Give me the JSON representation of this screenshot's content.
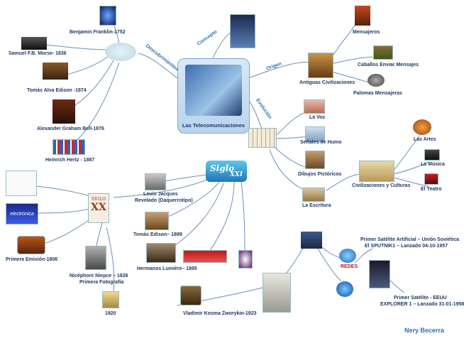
{
  "center": {
    "title": "Las Telecomunicaciones"
  },
  "branches": {
    "concepto": "Concepto",
    "descubrimientos": "Descubrimientos",
    "origen": "Origen",
    "evolucion": "Evolución"
  },
  "siglo_logo": {
    "main": "Siglo",
    "sub": "XXI"
  },
  "siglo_xx_book": {
    "top": "SIGLO",
    "main": "XX"
  },
  "electronica_label": "electrónica",
  "redes_label": "REDES",
  "discoveries": {
    "franklin": "Benjamin Franklin-1752",
    "morse": "Samuel F.B. Morse- 1836",
    "edison": "Tomás Alva Edison -1874",
    "bell": "Alexander Graham Bell-1876",
    "hertz": "Heinrich Hertz - 1887"
  },
  "origin": {
    "mensajeros": "Mensajeros",
    "caballos": "Caballos Enviar Mensajes",
    "antiguas": "Antiguas Civilizaciones",
    "palomas": "Palomas Mensajeras"
  },
  "evolution": {
    "voz": "La Voz",
    "humo": "Señales de Humo",
    "dibujos": "Dibujos Pictóricos",
    "escritura": "La Escritura",
    "civilizaciones": "Civilizaciones y Culturas",
    "artes": "Las  Artes",
    "musica": "La Música",
    "teatro": "El Teatro"
  },
  "siglo20": {
    "daguerre": [
      "Louis Jacques",
      "Revelado (Daquerrotipo)"
    ],
    "edison1889": "Tomás Edison– 1889",
    "lumiere": "Hermanos Lumière– 1895",
    "niepce": [
      "Nicéphore Niepce – 1826",
      "Primera Fotografía"
    ],
    "emision": "Primera Emisión-1806",
    "year1920": "1920",
    "zworykin": "Vladimir Kosma Zworykin-1923"
  },
  "satellites": {
    "sputnik": [
      "Primer Satélite Artificial – Unión Soviética",
      "El  SPUTNIK1 – Lanzado 04-10-1957"
    ],
    "explorer": [
      "Primer Satélite - EEUU",
      "EXPLORER 1 – Lanzado 31-01-1958"
    ]
  },
  "author": "Nery Becerra"
}
